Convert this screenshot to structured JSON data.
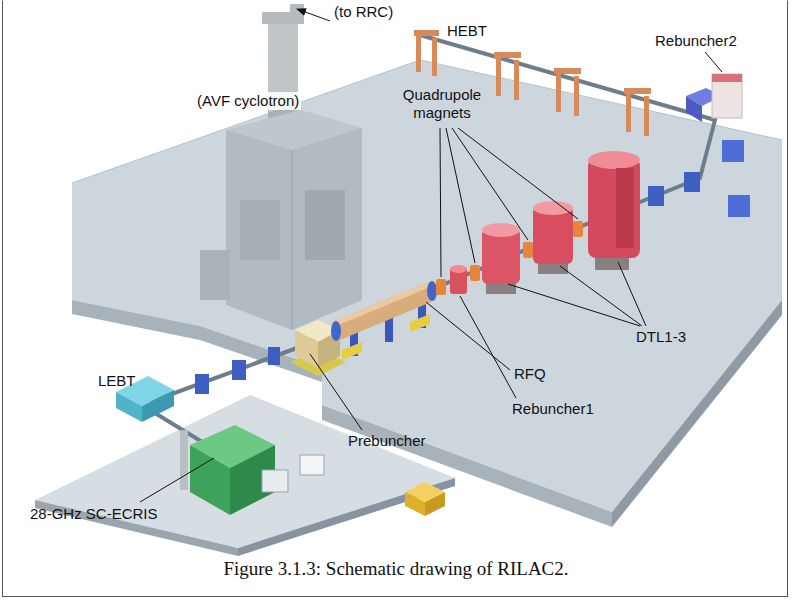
{
  "diagram": {
    "caption": "Figure 3.1.3: Schematic drawing of RILAC2.",
    "labels": [
      "(to RRC)",
      "HEBT",
      "Rebuncher2",
      "(AVF cyclotron)",
      "Quadrupole magnets",
      "LEBT",
      "DTL1-3",
      "RFQ",
      "Rebuncher1",
      "Prebuncher",
      "28-GHz SC-ECRIS"
    ]
  }
}
